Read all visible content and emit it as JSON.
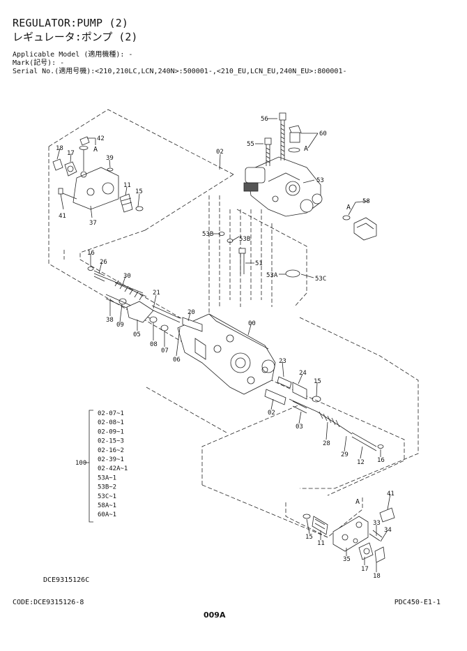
{
  "header": {
    "title_en": "REGULATOR:PUMP (2)",
    "title_ja": "レギュレータ:ポンプ (2)",
    "applicable_model": "Applicable Model (適用機種): -",
    "mark": "Mark(記号): -",
    "serial_no": "Serial No.(適用号機):<210,210LC,LCN,240N>:500001-,<210_EU,LCN_EU,240N_EU>:800001-"
  },
  "callouts": {
    "c56": "56",
    "c60": "60",
    "c55": "55",
    "cA1": "A",
    "c02a": "02",
    "c53": "53",
    "c58": "58",
    "cA2": "A",
    "c42": "42",
    "cA3": "A",
    "c18": "18",
    "c17": "17",
    "c39": "39",
    "c11": "11",
    "c15": "15",
    "c41": "41",
    "c37": "37",
    "c53B1": "53B",
    "c53B2": "53B",
    "c51": "51",
    "c53A": "53A",
    "c53C": "53C",
    "c16": "16",
    "c26": "26",
    "c30": "30",
    "c21": "21",
    "c38": "38",
    "c09": "09",
    "c05": "05",
    "c08": "08",
    "c07": "07",
    "c06": "06",
    "c20": "20",
    "c00": "00",
    "c23": "23",
    "c24": "24",
    "c15b": "15",
    "c02b": "02",
    "c03": "03",
    "c28": "28",
    "c29": "29",
    "c12": "12",
    "c16b": "16",
    "c41b": "41",
    "c33": "33",
    "c34": "34",
    "c15c": "15",
    "c11b": "11",
    "c35": "35",
    "c17b": "17",
    "c18b": "18",
    "cA4": "A"
  },
  "kit": {
    "number": "100",
    "items": [
      "02-07~1",
      "02-08~1",
      "02-09~1",
      "02-15~3",
      "02-16~2",
      "02-39~1",
      "02-42A~1",
      "53A~1",
      "53B~2",
      "53C~1",
      "58A~1",
      "60A~1"
    ]
  },
  "footer": {
    "drawing_no": "DCE9315126C",
    "code": "CODE:DCE9315126-8",
    "page": "009A",
    "ref": "PDC450-E1-1"
  }
}
